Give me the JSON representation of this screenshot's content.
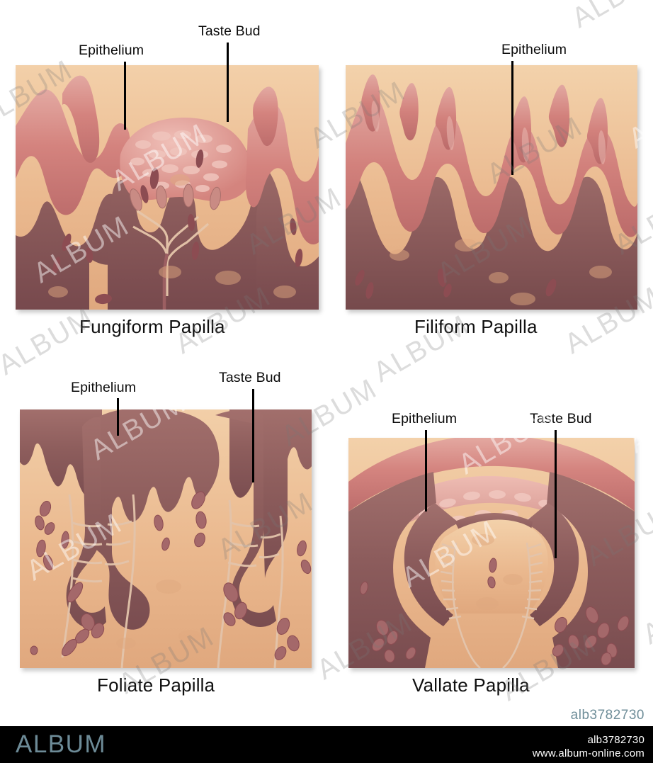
{
  "panels": [
    {
      "key": "fungiform",
      "caption": "Fungiform Papilla",
      "labels": [
        {
          "name": "epithelium",
          "text": "Epithelium"
        },
        {
          "name": "taste-bud",
          "text": "Taste Bud"
        }
      ]
    },
    {
      "key": "filiform",
      "caption": "Filiform Papilla",
      "labels": [
        {
          "name": "epithelium",
          "text": "Epithelium"
        }
      ]
    },
    {
      "key": "foliate",
      "caption": "Foliate Papilla",
      "labels": [
        {
          "name": "epithelium",
          "text": "Epithelium"
        },
        {
          "name": "taste-bud",
          "text": "Taste Bud"
        }
      ]
    },
    {
      "key": "vallate",
      "caption": "Vallate Papilla",
      "labels": [
        {
          "name": "epithelium",
          "text": "Epithelium"
        },
        {
          "name": "taste-bud",
          "text": "Taste Bud"
        }
      ]
    }
  ],
  "watermark": {
    "text": "ALBUM"
  },
  "footer": {
    "image_id_above": "alb3782730",
    "logo": "ALBUM",
    "image_id": "alb3782730",
    "website": "www.album-online.com"
  },
  "colors": {
    "epithelium_surface": "#d3837f",
    "epithelium_surface_light": "#e0a49e",
    "epithelium_deep": "#8e5f5f",
    "epithelium_deep_dark": "#7a4f51",
    "connective_tissue": "#eab68d",
    "connective_tissue_light": "#f2cda8",
    "vessel": "#8c4c52",
    "nerve": "#e3c3ab",
    "label_text": "#0b0b0b",
    "leader_line": "#000000",
    "footer_bar": "#000000",
    "footer_logo": "#6d8b97",
    "footer_text": "#ffffff",
    "image_id_color": "#6f8e99",
    "background": "#ffffff"
  }
}
